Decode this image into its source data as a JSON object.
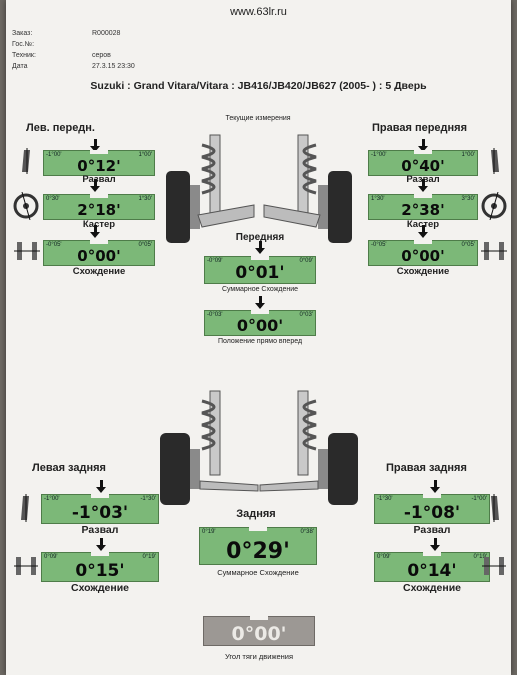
{
  "header": {
    "site": "www.63lr.ru",
    "info": [
      {
        "label": "Заказ:",
        "value": "R000028"
      },
      {
        "label": "Гос.№:",
        "value": ""
      },
      {
        "label": "Техник:",
        "value": "серов"
      },
      {
        "label": "Дата",
        "value": "27.3.15 23:30"
      }
    ],
    "vehicle": "Suzuki : Grand Vitara/Vitara : JB416/JB420/JB627 (2005- ) : 5 Дверь"
  },
  "front": {
    "current_label": "Текущие измерения",
    "left_title": "Лев. передн.",
    "right_title": "Правая передняя",
    "center_title": "Передняя",
    "left": {
      "camber": {
        "min": "-1°00'",
        "max": "1°00'",
        "value": "0°12'",
        "label": "Развал"
      },
      "caster": {
        "min": "0°30'",
        "max": "1°30'",
        "value": "2°18'",
        "label": "Кастер"
      },
      "toe": {
        "min": "-0°05'",
        "max": "0°05'",
        "value": "0°00'",
        "label": "Схождение"
      }
    },
    "right": {
      "camber": {
        "min": "-1°00'",
        "max": "1°00'",
        "value": "0°40'",
        "label": "Развал"
      },
      "caster": {
        "min": "1°30'",
        "max": "3°30'",
        "value": "2°38'",
        "label": "Кастер"
      },
      "toe": {
        "min": "-0°05'",
        "max": "0°05'",
        "value": "0°00'",
        "label": "Схождение"
      }
    },
    "total_toe": {
      "min": "-0°09'",
      "max": "0°09'",
      "value": "0°01'",
      "label": "Суммарное Схождение"
    },
    "steer": {
      "min": "-0°03'",
      "max": "0°03'",
      "value": "0°00'",
      "label": "Положение прямо вперед"
    }
  },
  "rear": {
    "left_title": "Левая задняя",
    "right_title": "Правая задняя",
    "center_title": "Задняя",
    "left": {
      "camber": {
        "min": "-1°00'",
        "max": "-1°30'",
        "value": "-1°03'",
        "label": "Развал"
      },
      "toe": {
        "min": "0°09'",
        "max": "0°19'",
        "value": "0°15'",
        "label": "Схождение"
      }
    },
    "right": {
      "camber": {
        "min": "-1°30'",
        "max": "-1°00'",
        "value": "-1°08'",
        "label": "Развал"
      },
      "toe": {
        "min": "0°09'",
        "max": "0°19'",
        "value": "0°14'",
        "label": "Схождение"
      }
    },
    "total_toe": {
      "min": "0°19'",
      "max": "0°38'",
      "value": "0°29'",
      "label": "Суммарное Схождение"
    },
    "thrust": {
      "value": "0°00'",
      "label": "Угол тяги движения"
    }
  },
  "colors": {
    "in_range": "#7cb878",
    "neutral": "#9c9894"
  },
  "icons": [
    "down-arrow-icon",
    "camber-wheel-icon",
    "caster-wheel-icon",
    "toe-wheels-icon",
    "suspension-strut-icon",
    "tire-icon"
  ]
}
